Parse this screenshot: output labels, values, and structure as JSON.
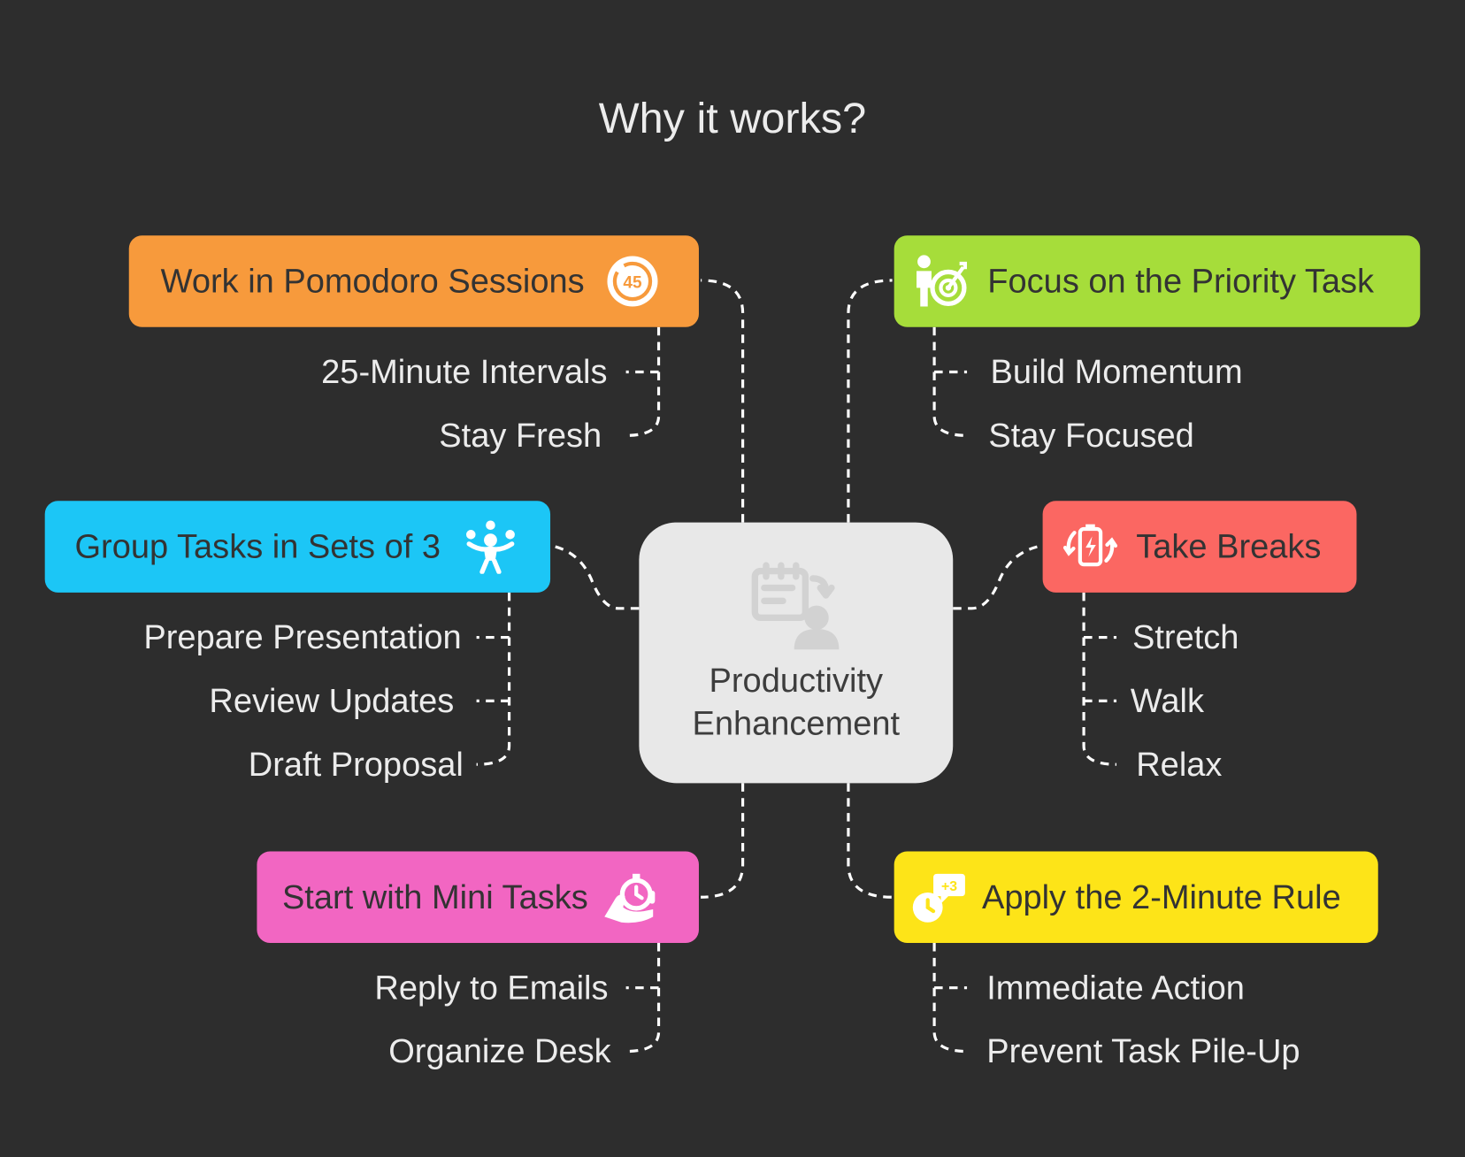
{
  "title": "Why it works?",
  "center": {
    "label": "Productivity\nEnhancement",
    "icon": "task-planning-icon"
  },
  "branches": [
    {
      "id": "pomodoro",
      "label": "Work in Pomodoro Sessions",
      "icon": "timer-45-icon",
      "color": "#f79a3c",
      "items": [
        "25-Minute Intervals",
        "Stay Fresh"
      ]
    },
    {
      "id": "priority",
      "label": "Focus on the Priority Task",
      "icon": "target-person-icon",
      "color": "#a6dd3a",
      "items": [
        "Build Momentum",
        "Stay Focused"
      ]
    },
    {
      "id": "group",
      "label": "Group Tasks in Sets of 3",
      "icon": "juggler-icon",
      "color": "#1cc6f6",
      "items": [
        "Prepare Presentation",
        "Review Updates",
        "Draft Proposal"
      ]
    },
    {
      "id": "breaks",
      "label": "Take Breaks",
      "icon": "battery-recharge-icon",
      "color": "#fb6762",
      "items": [
        "Stretch",
        "Walk",
        "Relax"
      ]
    },
    {
      "id": "mini",
      "label": "Start with Mini Tasks",
      "icon": "hand-stopwatch-icon",
      "color": "#f266c2",
      "items": [
        "Reply to Emails",
        "Organize Desk"
      ]
    },
    {
      "id": "twominute",
      "label": "Apply the 2-Minute Rule",
      "icon": "clock-plus-three-icon",
      "color": "#fde418",
      "items": [
        "Immediate Action",
        "Prevent Task Pile-Up"
      ]
    }
  ]
}
